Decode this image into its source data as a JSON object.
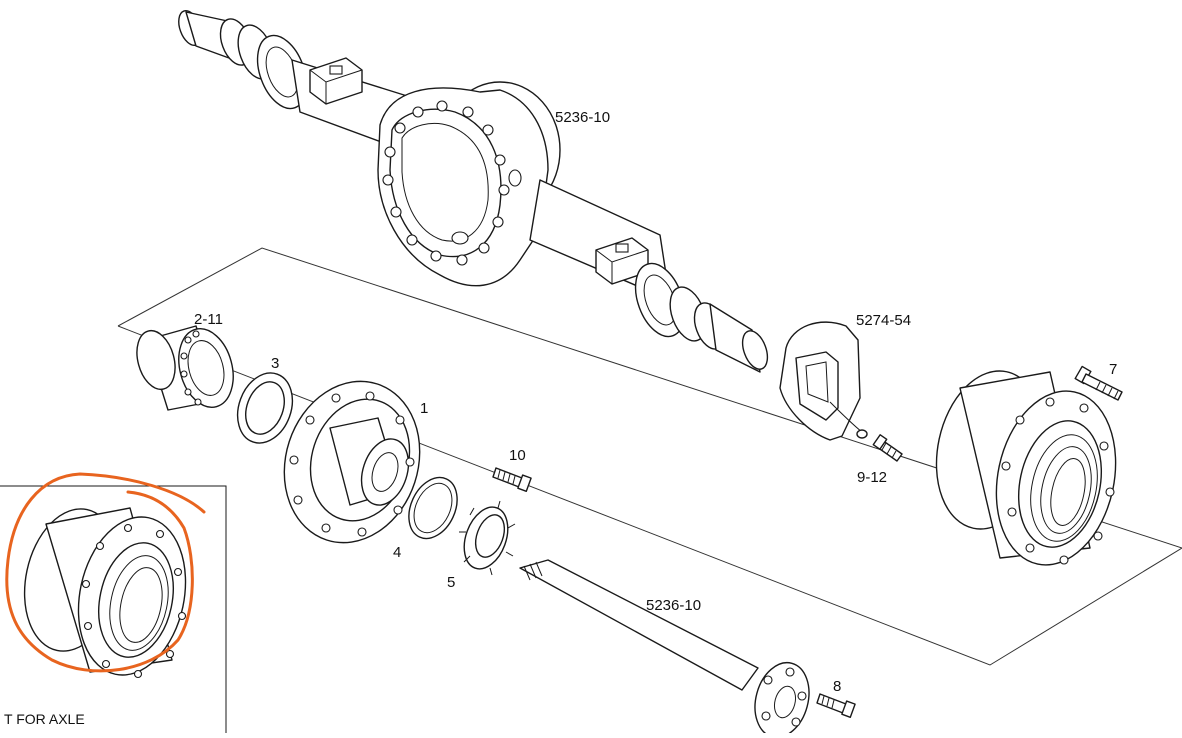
{
  "labels": {
    "housing_top": "5236-10",
    "caliper": "5274-54",
    "bearing": "2-11",
    "seal_3": "3",
    "hub_1": "1",
    "bolt_7": "7",
    "bolt_10": "10",
    "screw_9_12": "9-12",
    "ring_4": "4",
    "nut_5": "5",
    "shaft": "5236-10",
    "bolt_8": "8"
  },
  "inset": {
    "caption": "T FOR AXLE"
  },
  "colors": {
    "line": "#1a1a1a",
    "highlight_circle": "#e8641f",
    "background": "#ffffff"
  }
}
